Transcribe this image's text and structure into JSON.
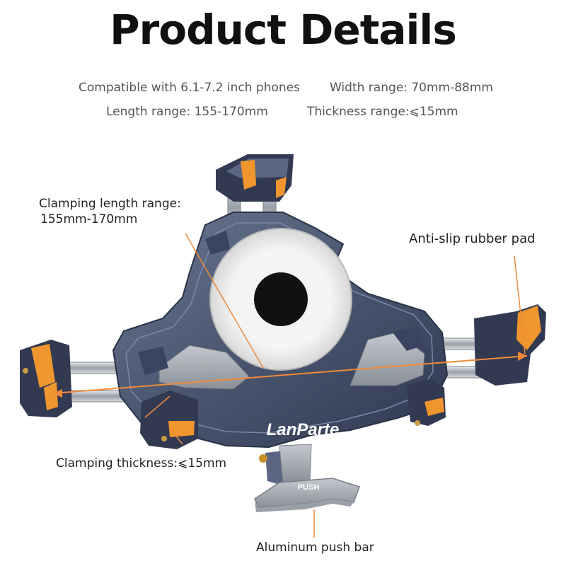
{
  "title": "Product Details",
  "specs": {
    "compatible": "Compatible with 6.1-7.2 inch phones",
    "width": "Width range: 70mm-88mm",
    "length": "Length range: 155-170mm",
    "thickness": "Thickness range:⩽15mm"
  },
  "callouts": {
    "clamp_length_line1": "Clamping length range:",
    "clamp_length_line2": "155mm-170mm",
    "anti_slip": "Anti-slip rubber pad",
    "clamp_thickness": "Clamping thickness:⩽15mm",
    "push_bar": "Aluminum push bar"
  },
  "product": {
    "brand": "LanParte",
    "push_label": "PUSH"
  },
  "colors": {
    "body": "#4a5670",
    "accent": "#f0962e",
    "leader": "#f08a3a"
  }
}
